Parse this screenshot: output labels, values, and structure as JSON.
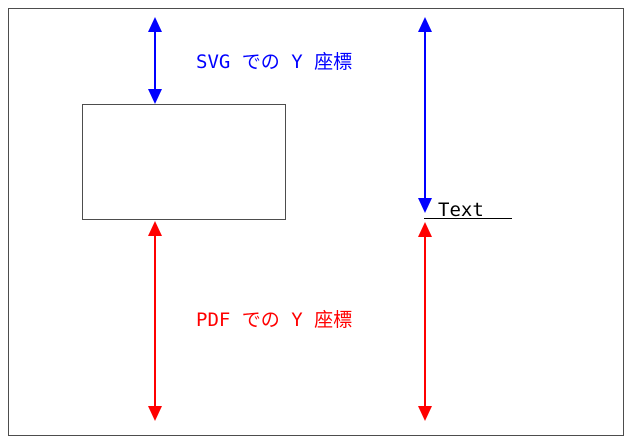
{
  "diagram": {
    "labels": {
      "svg_y": "SVG での Y 座標",
      "pdf_y": "PDF での Y 座標",
      "text_sample": "Text"
    },
    "colors": {
      "svg_arrow": "#0000ff",
      "pdf_arrow": "#ff0000",
      "text": "#000000",
      "border": "#4d4d4d"
    }
  }
}
